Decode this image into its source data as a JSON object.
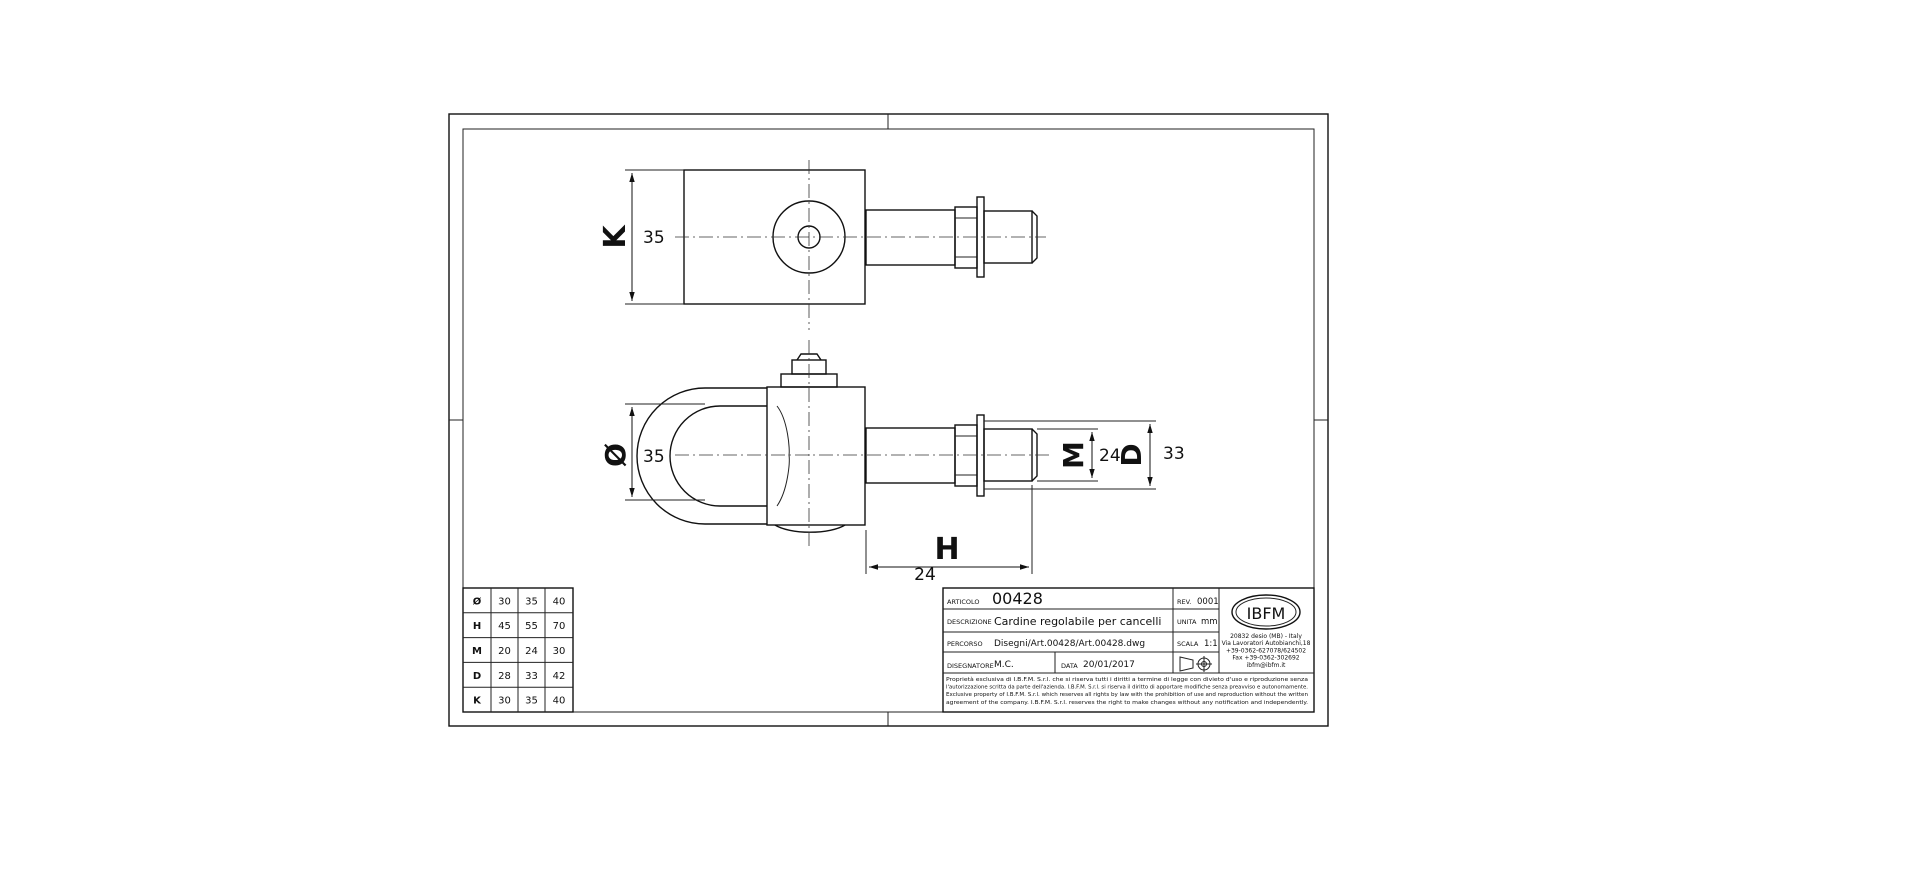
{
  "drawing": {
    "dims": {
      "k_letter": "K",
      "k_value": "35",
      "phi_letter": "Ø",
      "phi_value": "35",
      "h_letter": "H",
      "h_value": "24",
      "m_letter": "M",
      "m_value": "24",
      "d_letter": "D",
      "d_value": "33"
    }
  },
  "spec_table": {
    "rows": [
      {
        "label": "Ø",
        "values": [
          "30",
          "35",
          "40"
        ]
      },
      {
        "label": "H",
        "values": [
          "45",
          "55",
          "70"
        ]
      },
      {
        "label": "M",
        "values": [
          "20",
          "24",
          "30"
        ]
      },
      {
        "label": "D",
        "values": [
          "28",
          "33",
          "42"
        ]
      },
      {
        "label": "K",
        "values": [
          "30",
          "35",
          "40"
        ]
      }
    ]
  },
  "title_block": {
    "articolo_label": "ARTICOLO",
    "articolo_value": "00428",
    "rev_label": "REV.",
    "rev_value": "0001",
    "descrizione_label": "DESCRIZIONE",
    "descrizione_value": "Cardine regolabile per cancelli",
    "unita_label": "UNITA",
    "unita_value": "mm",
    "percorso_label": "PERCORSO",
    "percorso_value": "Disegni/Art.00428/Art.00428.dwg",
    "scala_label": "SCALA",
    "scala_value": "1:1",
    "disegnatore_label": "DISEGNATORE",
    "disegnatore_value": "M.C.",
    "data_label": "DATA",
    "data_value": "20/01/2017",
    "logo_text": "IBFM",
    "address_lines": [
      "20832 desio (MB) - Italy",
      "Via Lavoratori Autobianchi,18",
      "+39-0362-627078/624502",
      "Fax +39-0362-302692",
      "ibfm@ibfm.it"
    ],
    "legal_lines": [
      "Proprietà esclusiva di I.B.F.M. S.r.l. che si riserva tutti i diritti a termine di legge con divieto d'uso e riproduzione senza",
      "l'autorizzazione scritta da parte dell'azienda. I.B.F.M. S.r.l. si riserva il diritto di apportare modifiche senza preavviso e autonomamente.",
      "Exclusive property of I.B.F.M. S.r.l. which reserves all rights by law with the prohibition of use and reproduction without the written",
      "agreement of the company. I.B.F.M. S.r.l. reserves the right to make changes without any notification and independently."
    ]
  }
}
